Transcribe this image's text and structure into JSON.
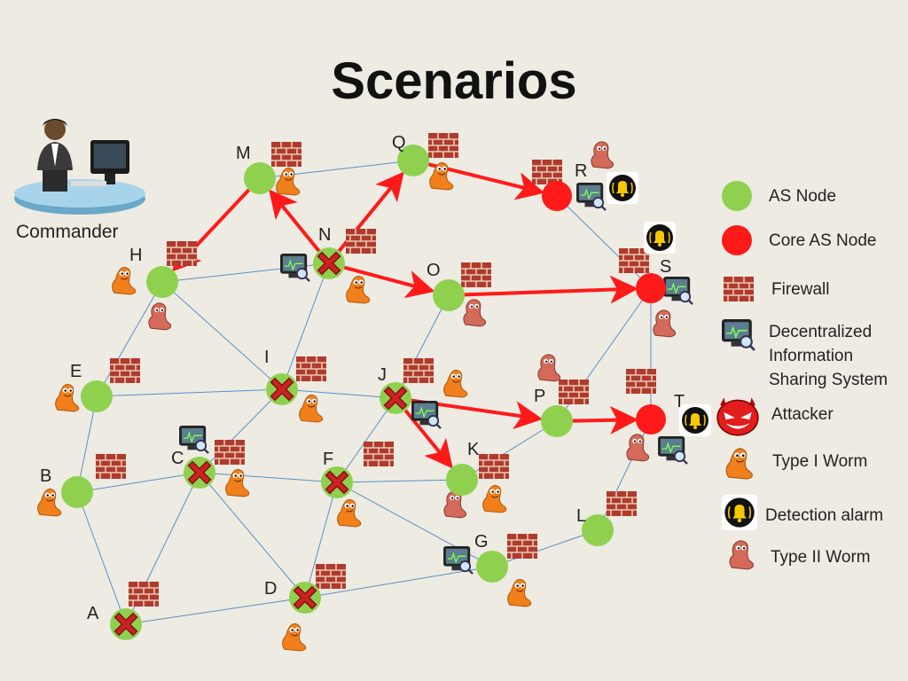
{
  "title": "Scenarios",
  "commander_label": "Commander",
  "nodes": [
    {
      "id": "M",
      "label": "M",
      "core": false,
      "compromised": false
    },
    {
      "id": "Q",
      "label": "Q",
      "core": false,
      "compromised": false
    },
    {
      "id": "R",
      "label": "R",
      "core": true,
      "compromised": false
    },
    {
      "id": "N",
      "label": "N",
      "core": false,
      "compromised": true
    },
    {
      "id": "H",
      "label": "H",
      "core": false,
      "compromised": false
    },
    {
      "id": "O",
      "label": "O",
      "core": false,
      "compromised": false
    },
    {
      "id": "S",
      "label": "S",
      "core": true,
      "compromised": false
    },
    {
      "id": "I",
      "label": "I",
      "core": false,
      "compromised": true
    },
    {
      "id": "E",
      "label": "E",
      "core": false,
      "compromised": false
    },
    {
      "id": "J",
      "label": "J",
      "core": false,
      "compromised": true
    },
    {
      "id": "P",
      "label": "P",
      "core": false,
      "compromised": false
    },
    {
      "id": "T",
      "label": "T",
      "core": true,
      "compromised": false
    },
    {
      "id": "C",
      "label": "C",
      "core": false,
      "compromised": true
    },
    {
      "id": "F",
      "label": "F",
      "core": false,
      "compromised": true
    },
    {
      "id": "K",
      "label": "K",
      "core": false,
      "compromised": false
    },
    {
      "id": "B",
      "label": "B",
      "core": false,
      "compromised": false
    },
    {
      "id": "L",
      "label": "L",
      "core": false,
      "compromised": false
    },
    {
      "id": "G",
      "label": "G",
      "core": false,
      "compromised": false
    },
    {
      "id": "D",
      "label": "D",
      "core": false,
      "compromised": true
    },
    {
      "id": "A",
      "label": "A",
      "core": false,
      "compromised": true
    }
  ],
  "edges": [
    [
      "M",
      "Q"
    ],
    [
      "Q",
      "R"
    ],
    [
      "R",
      "S"
    ],
    [
      "M",
      "N"
    ],
    [
      "N",
      "Q"
    ],
    [
      "N",
      "H"
    ],
    [
      "N",
      "O"
    ],
    [
      "N",
      "I"
    ],
    [
      "H",
      "E"
    ],
    [
      "H",
      "I"
    ],
    [
      "E",
      "B"
    ],
    [
      "E",
      "I"
    ],
    [
      "I",
      "J"
    ],
    [
      "I",
      "C"
    ],
    [
      "O",
      "S"
    ],
    [
      "O",
      "J"
    ],
    [
      "S",
      "T"
    ],
    [
      "S",
      "P"
    ],
    [
      "P",
      "K"
    ],
    [
      "J",
      "K"
    ],
    [
      "J",
      "F"
    ],
    [
      "C",
      "F"
    ],
    [
      "C",
      "B"
    ],
    [
      "C",
      "A"
    ],
    [
      "C",
      "D"
    ],
    [
      "B",
      "A"
    ],
    [
      "F",
      "K"
    ],
    [
      "F",
      "D"
    ],
    [
      "F",
      "G"
    ],
    [
      "G",
      "L"
    ],
    [
      "L",
      "T"
    ],
    [
      "A",
      "D"
    ],
    [
      "D",
      "G"
    ]
  ],
  "arrows": [
    [
      "N",
      "M"
    ],
    [
      "N",
      "Q"
    ],
    [
      "M",
      "H"
    ],
    [
      "Q",
      "R"
    ],
    [
      "N",
      "O"
    ],
    [
      "O",
      "S"
    ],
    [
      "J",
      "P"
    ],
    [
      "J",
      "K"
    ],
    [
      "P",
      "T"
    ]
  ],
  "legend": [
    {
      "icon": "as-node-icon",
      "label": "AS Node"
    },
    {
      "icon": "core-as-node-icon",
      "label": "Core AS Node"
    },
    {
      "icon": "firewall-icon",
      "label": "Firewall"
    },
    {
      "icon": "dis-system-icon",
      "label": "Decentralized Information Sharing System"
    },
    {
      "icon": "attacker-icon",
      "label": "Attacker"
    },
    {
      "icon": "type-1-worm-icon",
      "label": "Type I Worm"
    },
    {
      "icon": "detection-alarm-icon",
      "label": "Detection alarm"
    },
    {
      "icon": "type-2-worm-icon",
      "label": "Type II Worm"
    }
  ],
  "colors": {
    "as_node": "#8fd14f",
    "core_node": "#ff1a1a",
    "arrow": "#ff1a1a",
    "edge": "#5b8fc7",
    "cross": "#cc2222"
  }
}
